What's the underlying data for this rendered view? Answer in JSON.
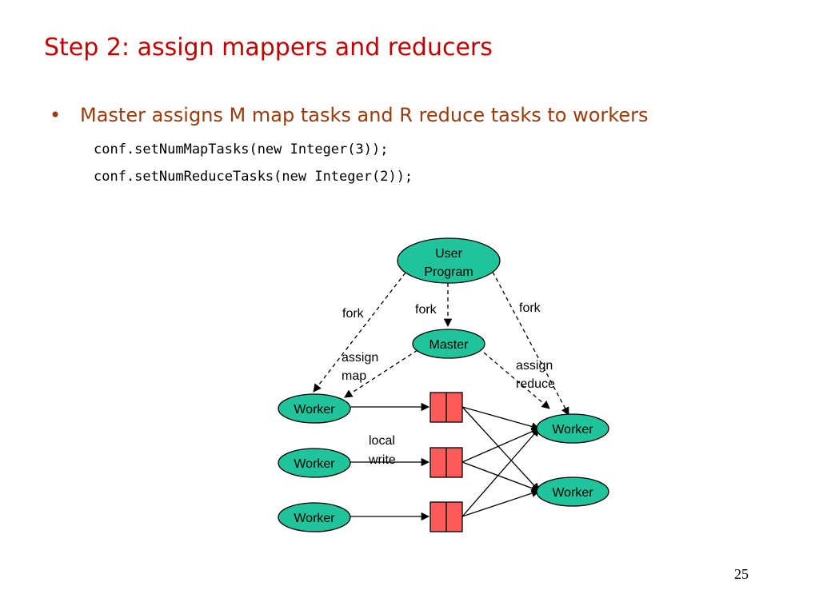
{
  "slide": {
    "title": "Step 2: assign mappers and reducers",
    "bullet": "Master assigns M map tasks and R reduce tasks to workers",
    "code": [
      "conf.setNumMapTasks(new Integer(3));",
      "conf.setNumReduceTasks(new Integer(2));"
    ],
    "page_number": "25"
  },
  "diagram": {
    "user_program": [
      "User",
      "Program"
    ],
    "master": "Master",
    "map_workers": [
      "Worker",
      "Worker",
      "Worker"
    ],
    "reduce_workers": [
      "Worker",
      "Worker"
    ],
    "labels": {
      "fork_left": "fork",
      "fork_center": "fork",
      "fork_right": "fork",
      "assign_map": [
        "assign",
        "map"
      ],
      "assign_reduce": [
        "assign",
        "reduce"
      ],
      "local_write": [
        "local",
        "write"
      ]
    }
  },
  "colors": {
    "title": "#c00000",
    "bullet": "#9c3b0c",
    "node_fill": "#1fc49a",
    "partition_fill": "#ff5b5b"
  }
}
